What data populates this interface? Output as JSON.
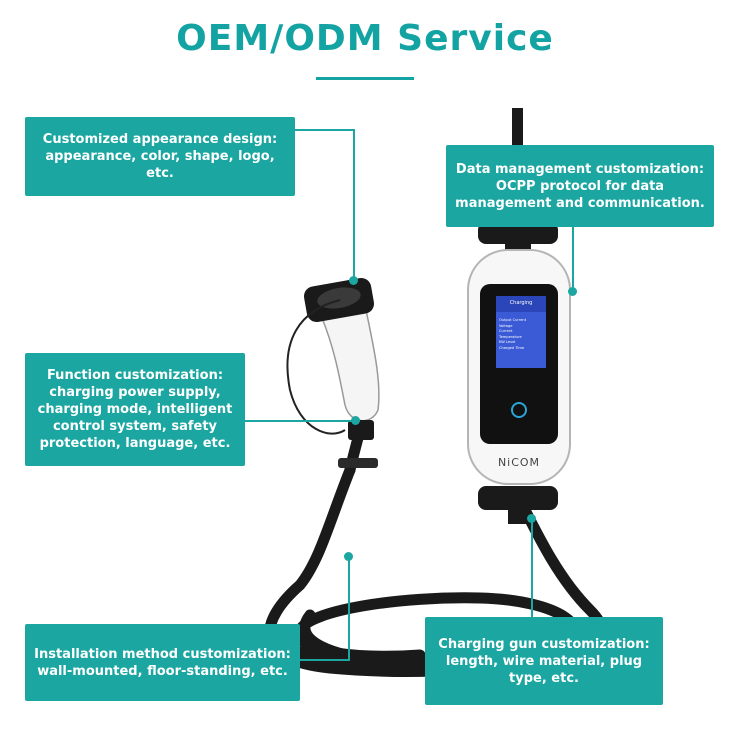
{
  "header": {
    "title": "OEM/ODM Service"
  },
  "callouts": {
    "appearance": {
      "line1": "Customized appearance design:",
      "line2": "appearance, color, shape, logo, etc."
    },
    "data_mgmt": {
      "line1": "Data management customization:",
      "line2": "OCPP protocol for data",
      "line3": "management and communication."
    },
    "function": {
      "line1": "Function customization:",
      "line2": "charging power supply,",
      "line3": "charging mode, intelligent",
      "line4": "control system, safety",
      "line5": "protection, language, etc."
    },
    "installation": {
      "line1": "Installation method customization:",
      "line2": "wall-mounted, floor-standing, etc."
    },
    "gun": {
      "line1": "Charging gun customization:",
      "line2": "length, wire material, plug",
      "line3": "type, etc."
    }
  },
  "device": {
    "brand": "NiCOM",
    "screen_title": "Charging",
    "screen_rows": [
      "Output Current",
      "Voltage",
      "Current",
      "Temperature",
      "KW Level",
      "Charged Time"
    ]
  },
  "colors": {
    "accent": "#1ba6a1",
    "title": "#14a3a3"
  }
}
